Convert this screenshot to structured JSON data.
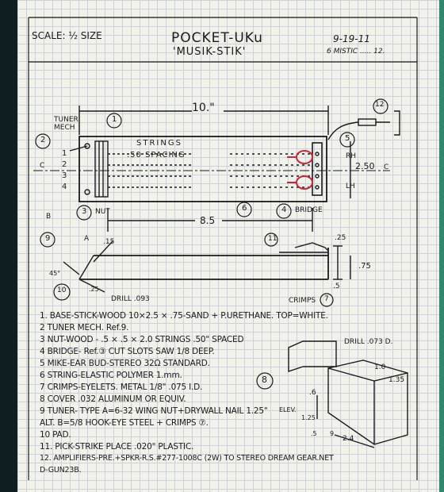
{
  "header": {
    "scale": "SCALE: ½ SIZE",
    "title": "POCKET-UKu",
    "subtitle": "'MUSIK-STIK'",
    "date": "9-19-11",
    "author": "6 MISTIC ..... 12."
  },
  "top_view": {
    "length": "10.\"",
    "tuner_mech": "TUNER MECH",
    "callout_1": "1",
    "callout_2": "2",
    "callout_3": "3",
    "callout_4": "4",
    "callout_5": "5",
    "callout_6": "6",
    "callout_12": "12",
    "strings_label": "STRINGS",
    "spacing_label": ".50 SPACING",
    "string_nums": [
      "1",
      "2",
      "3",
      "4"
    ],
    "nut_label": "NUT",
    "bridge_label": "BRIDGE",
    "scale_length": "8.5",
    "width": "2.50",
    "rh": "RH",
    "lh": "LH",
    "centerline": "C"
  },
  "side_view": {
    "callout_b": "B",
    "callout_9": "9",
    "callout_a": "A",
    "callout_10": "10",
    "callout_11": "11",
    "callout_7": "7",
    "dim_15": ".15",
    "dim_25_top": ".25",
    "dim_75": ".75",
    "dim_5": ".5",
    "dim_25_bottom": ".25",
    "angle": "45°",
    "drill": "DRILL .093",
    "crimps": "CRIMPS"
  },
  "parts_list": [
    "1. BASE-STICK-WOOD  10×2.5 × .75-SAND + P.URETHANE. TOP=WHITE.",
    "2  TUNER MECH. Ref.9.",
    "3  NUT-WOOD - .5 × .5 × 2.0  STRINGS .50\" SPACED",
    "4  BRIDGE- Ref.③ CUT SLOTS SAW 1/8 DEEP.",
    "5  MIKE-EAR BUD-STEREO 32Ω STANDARD.",
    "6  STRING-ELASTIC POLYMER 1.mm.",
    "7  CRIMPS-EYELETS. METAL 1/8\" .075 I.D.",
    "8  COVER .032 ALUMINUM OR EQUIV.",
    "9  TUNER- TYPE A=6-32 WING NUT+DRYWALL NAIL 1.25\"",
    "          ALT. B=5/8 HOOK-EYE STEEL + CRIMPS ⑦.",
    "10 PAD.",
    "11. PICK-STRIKE PLACE .020\" PLASTIC.",
    "12. AMPLIFIERS-PRE.+SPKR-R.S.#277-1008C (2W) TO STEREO DREAM GEAR.NET",
    "     D-GUN23B."
  ],
  "cover_detail": {
    "callout_8": "8",
    "drill": "DRILL .073 D.",
    "dim_10": "1.0",
    "dim_135": "1.35",
    "dim_6": ".6",
    "dim_5": ".5",
    "dim_24": "2.4",
    "dim_9": "9",
    "elev": "ELEV.",
    "dim_125": "1.25"
  }
}
